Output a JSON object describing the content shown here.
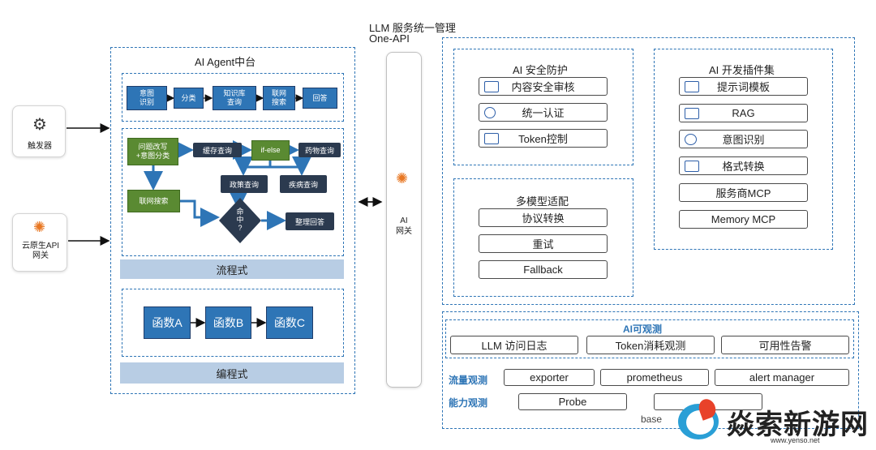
{
  "left": {
    "trigger": "触发器",
    "cloud_gateway": [
      "云原生API",
      "网关"
    ]
  },
  "agent": {
    "title": "AI Agent中台",
    "pipeline": [
      "意图\n识别",
      "分类",
      "知识库\n查询",
      "联网\n搜索",
      "回答"
    ],
    "flow": {
      "rewrite": "问题改写\n+意图分类",
      "cache": "缓存查询",
      "ifelse": "if-else",
      "drug": "药物查询",
      "policy": "政策查询",
      "disease": "疾病查询",
      "web": "联网搜索",
      "hit": "命\n中\n?",
      "answer": "整理回答"
    },
    "flow_label": "流程式",
    "functions": [
      "函数A",
      "函数B",
      "函数C"
    ],
    "code_label": "编程式"
  },
  "gateway": {
    "title_line1": "LLM 服务统一管理",
    "title_line2": "One-API",
    "label": "AI\n网关"
  },
  "security": {
    "title": "AI 安全防护",
    "items": [
      "内容安全审核",
      "统一认证",
      "Token控制"
    ]
  },
  "plugins": {
    "title": "AI 开发插件集",
    "items": [
      "提示词模板",
      "RAG",
      "意图识别",
      "格式转换",
      "服务商MCP",
      "Memory MCP"
    ]
  },
  "multimodel": {
    "title": "多模型适配",
    "items": [
      "协议转换",
      "重试",
      "Fallback"
    ]
  },
  "observability": {
    "title": "AI可观测",
    "row1": [
      "LLM 访问日志",
      "Token消耗观测",
      "可用性告警"
    ],
    "traffic_label": "流量观测",
    "traffic": [
      "exporter",
      "prometheus",
      "alert manager"
    ],
    "capability_label": "能力观测",
    "capability": [
      "Probe"
    ],
    "base_text": "base"
  },
  "watermark": {
    "brand": "焱索新游网",
    "url": "www.yenso.net"
  },
  "colors": {
    "accent": "#2e75b6",
    "green": "#5a8a32",
    "navy": "#2b3a4f",
    "band": "#b8cde4"
  }
}
